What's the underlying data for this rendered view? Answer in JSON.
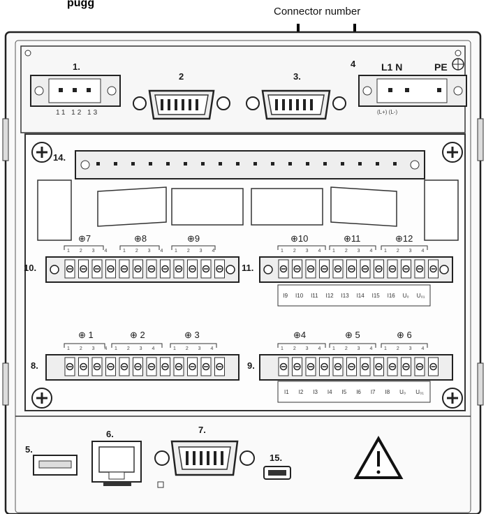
{
  "header": {
    "partial_text": "pugg",
    "callout": "Connector number"
  },
  "connectors": {
    "c1": "1.",
    "c2": "2",
    "c3": "3.",
    "c4": "4",
    "c5": "5.",
    "c6": "6.",
    "c7": "7.",
    "c8": "8.",
    "c9": "9.",
    "c10": "10.",
    "c11": "11.",
    "c14": "14.",
    "c15": "15."
  },
  "top_terminal": {
    "pins": "11 12 13",
    "power_labels": "L1 N",
    "pe": "PE",
    "power_sub": "(L+) (L-)"
  },
  "groups": {
    "g7": "7",
    "g8": "8",
    "g9": "9",
    "g10": "10",
    "g11": "11",
    "g12": "12",
    "g1": "1",
    "g2": "2",
    "g3": "3",
    "g4": "4",
    "g5": "5",
    "g6": "6"
  },
  "pin_numbers": "1 2 3 4",
  "upper_right_labels": [
    "I9",
    "I10",
    "I11",
    "I12",
    "I13",
    "I14",
    "I15",
    "I16",
    "U₀",
    "U₀₁"
  ],
  "lower_right_labels": [
    "I1",
    "I2",
    "I3",
    "I4",
    "I5",
    "I6",
    "I7",
    "I8",
    "U₀",
    "U₀₁"
  ],
  "colors": {
    "outline": "#222222",
    "panel": "#f4f4f4",
    "terminal": "#e8e8e8"
  }
}
